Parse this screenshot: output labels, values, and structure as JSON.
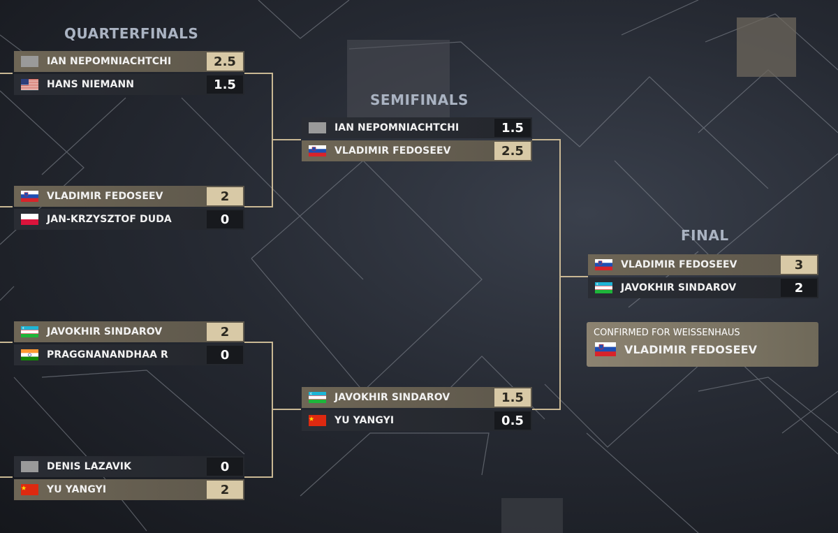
{
  "headings": {
    "quarterfinals": "QUARTERFINALS",
    "semifinals": "SEMIFINALS",
    "final": "FINAL"
  },
  "quarterfinals": [
    {
      "players": [
        {
          "name": "IAN NEPOMNIACHTCHI",
          "score": "2.5",
          "flag": "neutral",
          "winner": true
        },
        {
          "name": "HANS NIEMANN",
          "score": "1.5",
          "flag": "usa",
          "winner": false
        }
      ]
    },
    {
      "players": [
        {
          "name": "VLADIMIR FEDOSEEV",
          "score": "2",
          "flag": "slovenia",
          "winner": true
        },
        {
          "name": "JAN-KRZYSZTOF DUDA",
          "score": "0",
          "flag": "poland",
          "winner": false
        }
      ]
    },
    {
      "players": [
        {
          "name": "JAVOKHIR SINDAROV",
          "score": "2",
          "flag": "uzbekistan",
          "winner": true
        },
        {
          "name": "PRAGGNANANDHAA R",
          "score": "0",
          "flag": "india",
          "winner": false
        }
      ]
    },
    {
      "players": [
        {
          "name": "DENIS LAZAVIK",
          "score": "0",
          "flag": "neutral",
          "winner": false
        },
        {
          "name": "YU YANGYI",
          "score": "2",
          "flag": "china",
          "winner": true
        }
      ]
    }
  ],
  "semifinals": [
    {
      "players": [
        {
          "name": "IAN NEPOMNIACHTCHI",
          "score": "1.5",
          "flag": "neutral",
          "winner": false
        },
        {
          "name": "VLADIMIR FEDOSEEV",
          "score": "2.5",
          "flag": "slovenia",
          "winner": true
        }
      ]
    },
    {
      "players": [
        {
          "name": "JAVOKHIR SINDAROV",
          "score": "1.5",
          "flag": "uzbekistan",
          "winner": true
        },
        {
          "name": "YU YANGYI",
          "score": "0.5",
          "flag": "china",
          "winner": false
        }
      ]
    }
  ],
  "final": {
    "players": [
      {
        "name": "VLADIMIR FEDOSEEV",
        "score": "3",
        "flag": "slovenia",
        "winner": true
      },
      {
        "name": "JAVOKHIR SINDAROV",
        "score": "2",
        "flag": "uzbekistan",
        "winner": false
      }
    ]
  },
  "confirmed": {
    "label": "CONFIRMED FOR WEISSENHAUS",
    "name": "VLADIMIR FEDOSEEV",
    "flag": "slovenia"
  },
  "colors": {
    "winner_row": "#6e6656",
    "winner_score": "#d8c9a6",
    "loser_row": "#2a2d34",
    "connector": "#c9b894",
    "heading": "#aab3c2"
  }
}
